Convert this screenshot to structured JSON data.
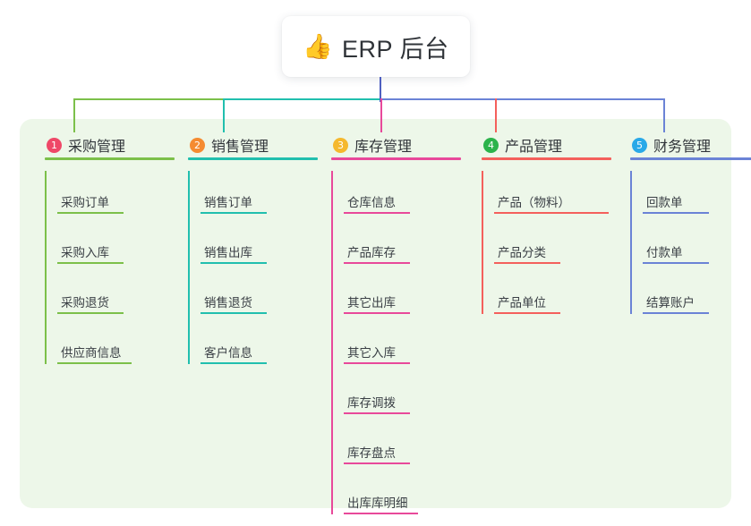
{
  "diagram": {
    "type": "org-chart",
    "title": {
      "icon": "thumbs-up-icon",
      "icon_glyph": "👍",
      "text": "ERP 后台"
    },
    "panel_color": "#edf7e9",
    "trunk_color": "#4e5fc0",
    "columns": [
      {
        "number": "1",
        "label": "采购管理",
        "badge_color": "#ef4868",
        "line_color": "#7cc04a",
        "items": [
          "采购订单",
          "采购入库",
          "采购退货",
          "供应商信息"
        ]
      },
      {
        "number": "2",
        "label": "销售管理",
        "badge_color": "#f58b31",
        "line_color": "#21bfae",
        "items": [
          "销售订单",
          "销售出库",
          "销售退货",
          "客户信息"
        ]
      },
      {
        "number": "3",
        "label": "库存管理",
        "badge_color": "#f5b82e",
        "line_color": "#e8499a",
        "items": [
          "仓库信息",
          "产品库存",
          "其它出库",
          "其它入库",
          "库存调拨",
          "库存盘点",
          "出库库明细"
        ]
      },
      {
        "number": "4",
        "label": "产品管理",
        "badge_color": "#2bb34b",
        "line_color": "#f4605c",
        "items": [
          "产品（物料）",
          "产品分类",
          "产品单位"
        ]
      },
      {
        "number": "5",
        "label": "财务管理",
        "badge_color": "#29a9e8",
        "line_color": "#6b83d6",
        "items": [
          "回款单",
          "付款单",
          "结算账户"
        ]
      }
    ]
  }
}
